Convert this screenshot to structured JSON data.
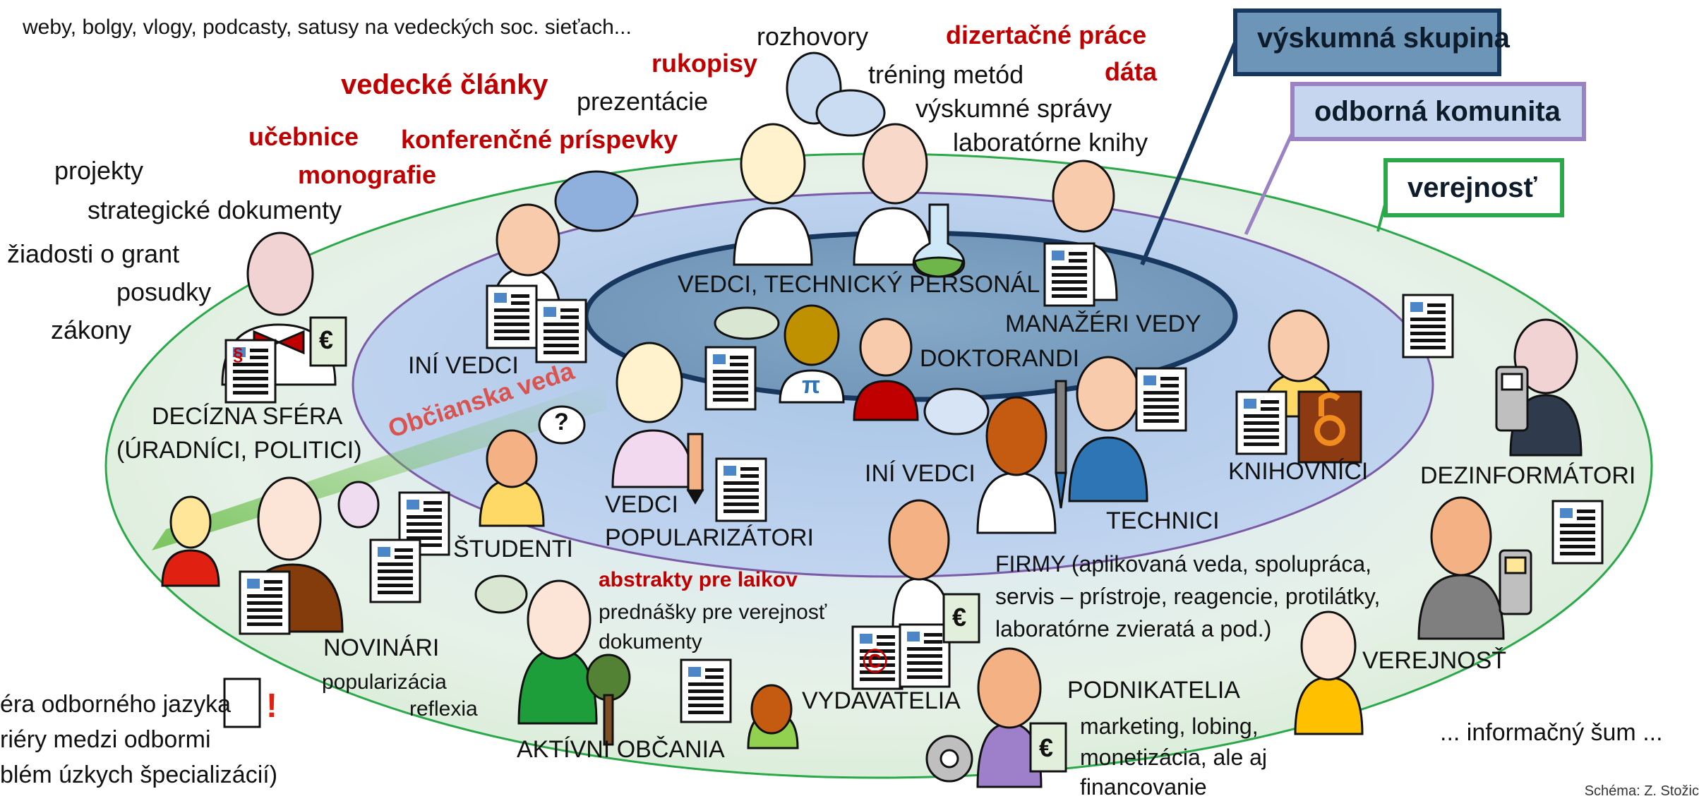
{
  "boxes": {
    "research_group": "výskumná skupina",
    "community": "odborná komunita",
    "public": "verejnosť"
  },
  "outputs": {
    "web": "weby, bolgy, vlogy, podcasty, satusy na vedeckých soc. sieťach...",
    "interviews": "rozhovory",
    "dissertations": "dizertačné práce",
    "manuscripts": "rukopisy",
    "methods": "tréning metód",
    "data": "dáta",
    "articles": "vedecké články",
    "presentations": "prezentácie",
    "reports": "výskumné správy",
    "textbooks": "učebnice",
    "conf": "konferenčné príspevky",
    "labbooks": "laboratórne knihy",
    "monographs": "monografie",
    "projects": "projekty",
    "strategic": "strategické dokumenty",
    "grants": "žiadosti o grant",
    "reviews": "posudky",
    "laws": "zákony"
  },
  "actors": {
    "scientists_staff": "VEDCI, TECHNICKÝ PERSONÁL",
    "managers": "MANAŽÉRI VEDY",
    "phd": "DOKTORANDI",
    "other_scientists_left": "INÍ VEDCI",
    "other_scientists_center": "INÍ VEDCI",
    "citizen_science": "Občianska veda",
    "decision_1": "DECÍZNA SFÉRA",
    "decision_2": "(ÚRADNÍCI, POLITICI)",
    "students": "ŠTUDENTI",
    "popularizers_1": "VEDCI",
    "popularizers_2": "POPULARIZÁTORI",
    "librarians": "KNIHOVNÍCI",
    "disinformers": "DEZINFORMÁTORI",
    "technicians": "TECHNICI",
    "firms_1": "FIRMY (aplikovaná veda, spolupráca,",
    "firms_2": "servis – prístroje, reagencie, protilátky,",
    "firms_3": "laboratórne zvieratá a pod.)",
    "public": "VEREJNOSŤ",
    "journalists": "NOVINÁRI",
    "journalists_sub1": "popularizácia",
    "journalists_sub2": "reflexia",
    "abstracts": "abstrakty pre laikov",
    "lectures": "prednášky pre verejnosť",
    "documents": "dokumenty",
    "publishers": "VYDAVATELIA",
    "active_citizens": "AKTÍVNI OBČANIA",
    "entrepreneurs": "PODNIKATELIA",
    "entre_1": "marketing, lobing,",
    "entre_2": "monetizácia, ale aj",
    "entre_3": "financovanie"
  },
  "notes": {
    "jargon_1": "éra odborného jazyka",
    "jargon_2": "riéry medzi odbormi",
    "jargon_3": "blém úzkych špecializácií)",
    "noise": "... informačný šum ...",
    "credit": "Schéma: Z. Stožic"
  },
  "symbols": {
    "pi": "π",
    "euro": "€",
    "paragraph": "§",
    "question": "?",
    "copyright": "©",
    "exclaim": "!"
  },
  "colors": {
    "outer_ring": "#2aa84a",
    "middle_ring": "#7b5ba6",
    "inner_ring": "#17375e",
    "accent_red": "#c00000",
    "skin": "#f4b183"
  }
}
